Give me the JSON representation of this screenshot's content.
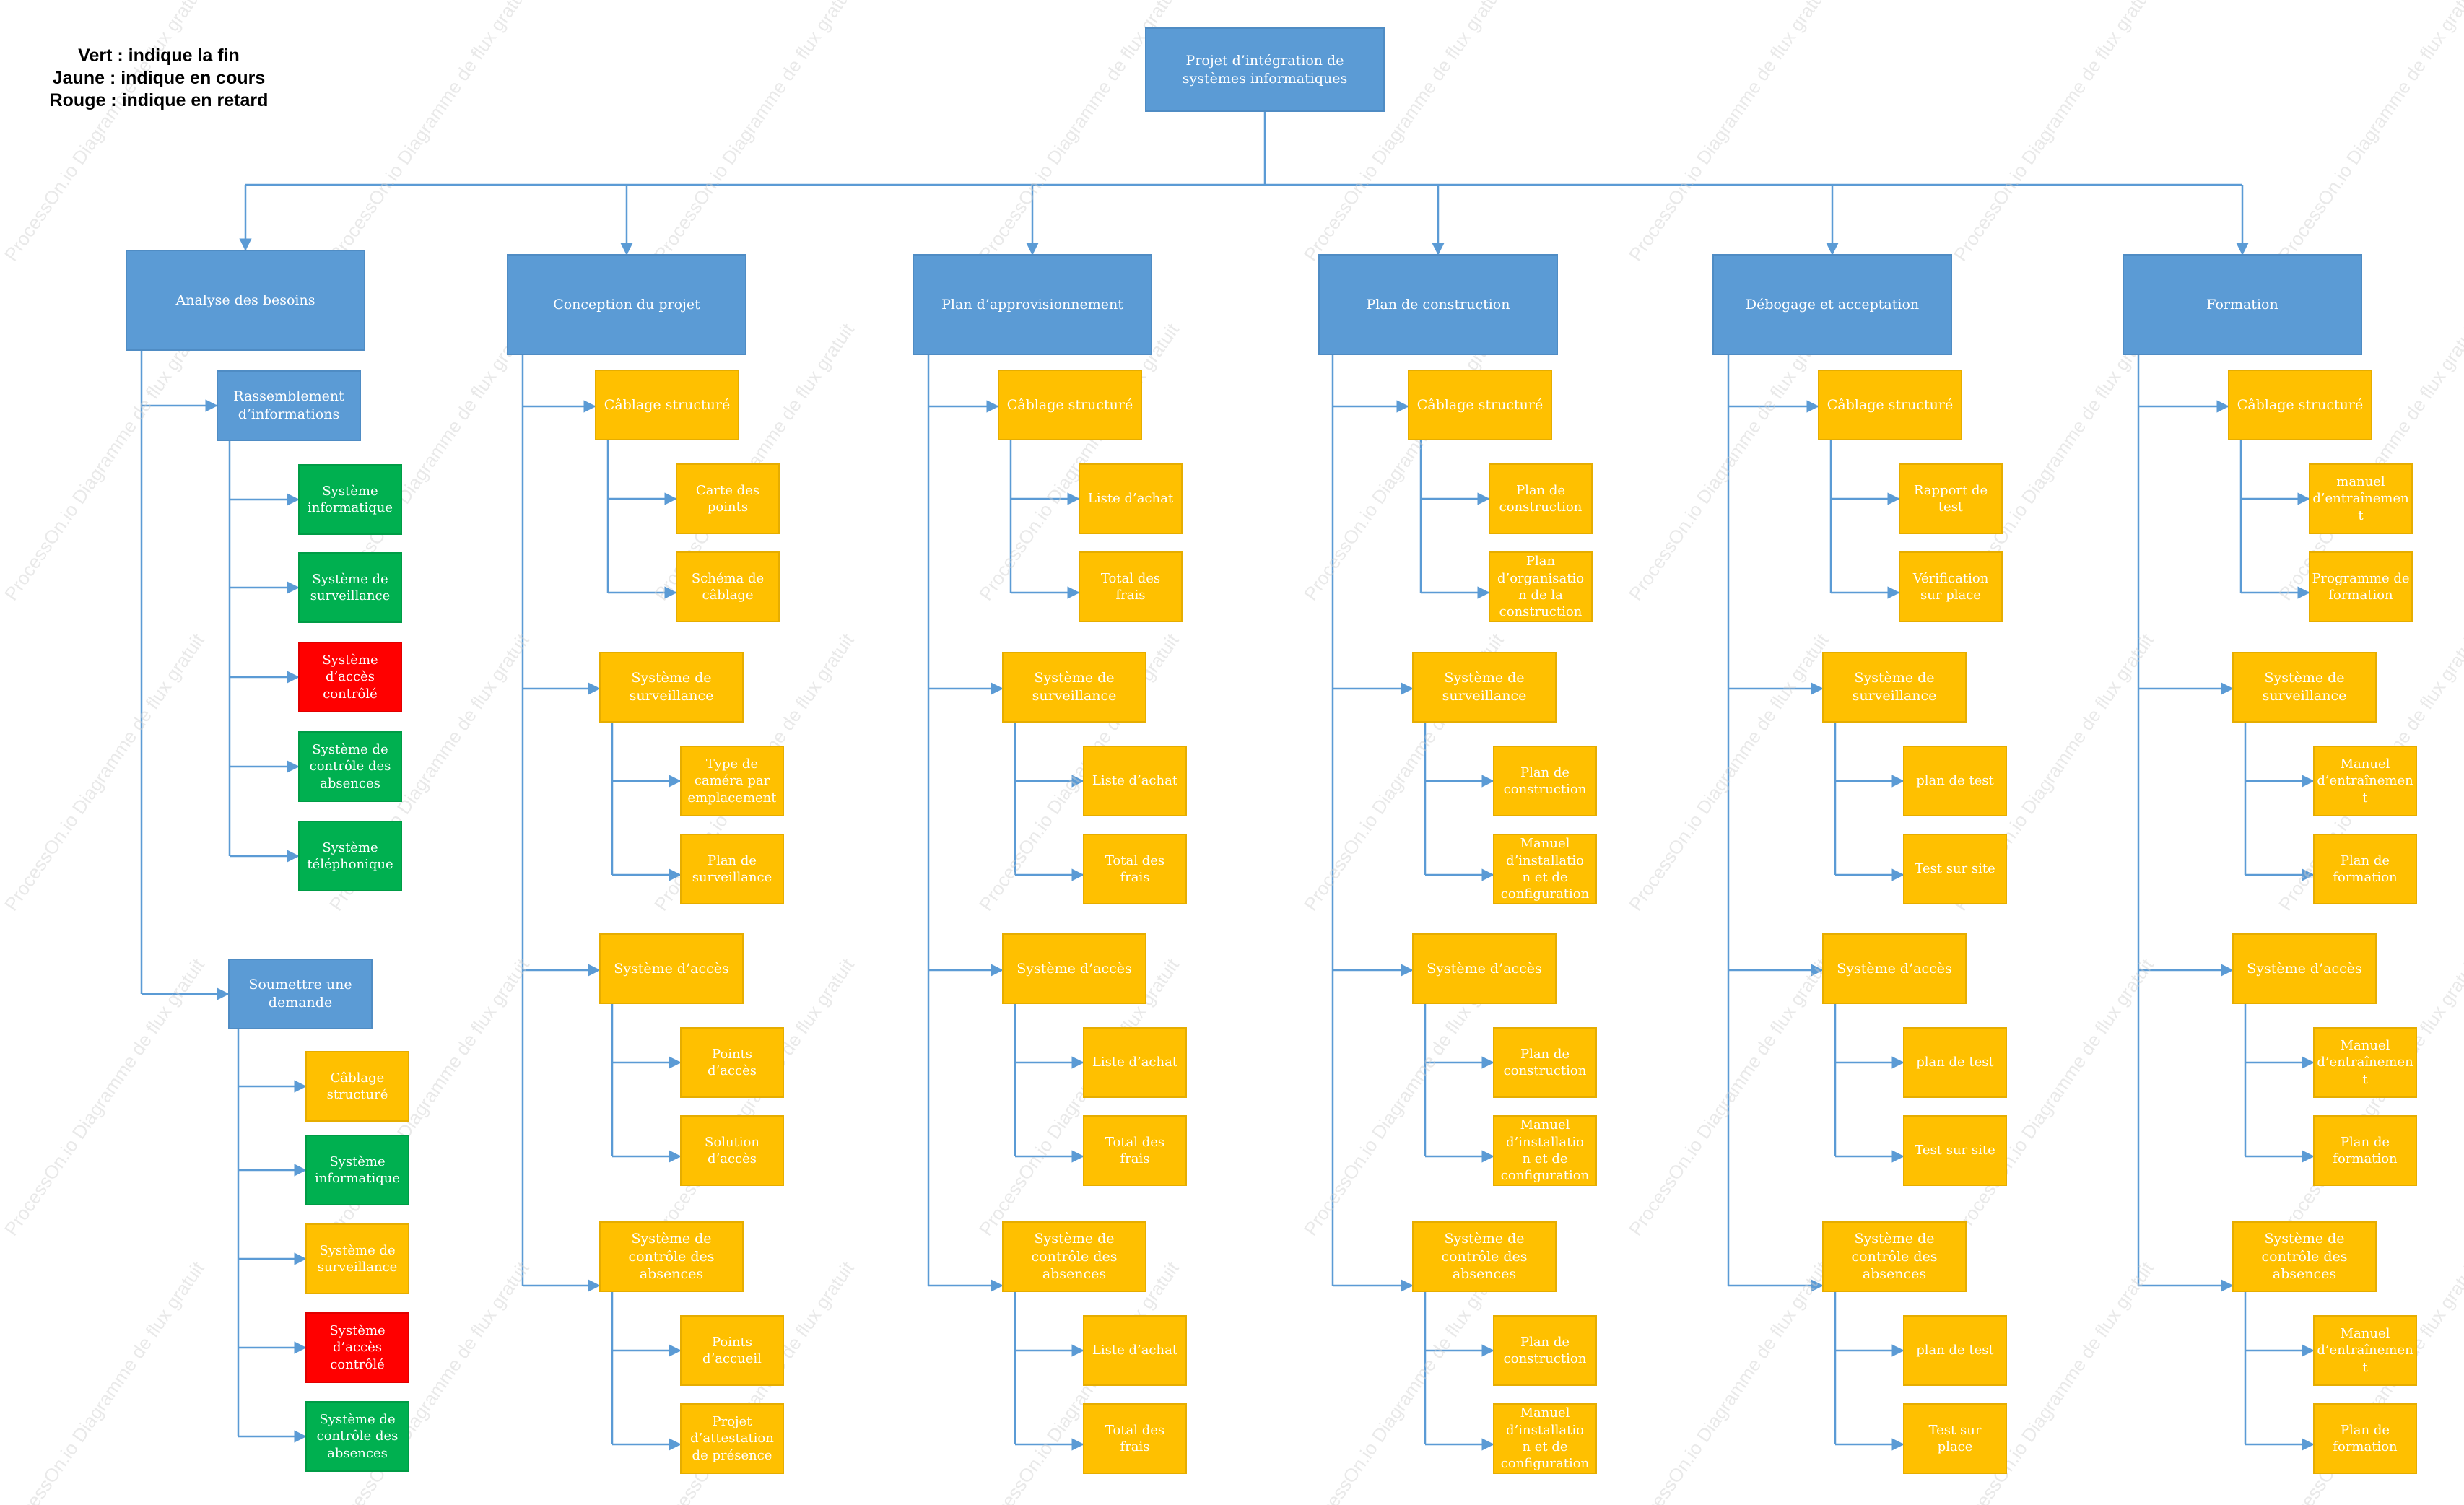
{
  "legend": {
    "line1": "Vert : indique la fin",
    "line2": "Jaune : indique en cours",
    "line3": "Rouge : indique en retard"
  },
  "watermark_text": "ProcessOn.io Diagramme de flux gratuit",
  "colors": {
    "blue": "#5b9bd5",
    "orange": "#ffc000",
    "green": "#00b050",
    "red": "#ff0000",
    "line": "#5b9bd5"
  },
  "root": {
    "label": "Projet d’intégration de\nsystèmes informatiques"
  },
  "phases": [
    {
      "label": "Analyse des besoins",
      "groups": [
        {
          "label": "Rassemblement\nd’informations",
          "status": "blue",
          "items": [
            {
              "label": "Système\ninformatique",
              "status": "green"
            },
            {
              "label": "Système de\nsurveillance",
              "status": "green"
            },
            {
              "label": "Système\nd’accès\ncontrôlé",
              "status": "red"
            },
            {
              "label": "Système de\ncontrôle des\nabsences",
              "status": "green"
            },
            {
              "label": "Système\ntéléphonique",
              "status": "green"
            }
          ]
        },
        {
          "label": "Soumettre une\ndemande",
          "status": "blue",
          "items": [
            {
              "label": "Câblage\nstructuré",
              "status": "orange"
            },
            {
              "label": "Système\ninformatique",
              "status": "green"
            },
            {
              "label": "Système de\nsurveillance",
              "status": "orange"
            },
            {
              "label": "Système\nd’accès\ncontrôlé",
              "status": "red"
            },
            {
              "label": "Système de\ncontrôle des\nabsences",
              "status": "green"
            }
          ]
        }
      ]
    },
    {
      "label": "Conception du projet",
      "groups": [
        {
          "label": "Câblage structuré",
          "items": [
            "Carte des\npoints",
            "Schéma de\ncâblage"
          ]
        },
        {
          "label": "Système de\nsurveillance",
          "items": [
            "Type de\ncaméra par\nemplacement",
            "Plan de\nsurveillance"
          ]
        },
        {
          "label": "Système d’accès",
          "items": [
            "Points\nd’accès",
            "Solution\nd’accès"
          ]
        },
        {
          "label": "Système de\ncontrôle des\nabsences",
          "items": [
            "Points\nd’accueil",
            "Projet\nd’attestation\nde présence"
          ]
        }
      ]
    },
    {
      "label": "Plan d’approvisionnement",
      "groups": [
        {
          "label": "Câblage structuré",
          "items": [
            "Liste d’achat",
            "Total des\nfrais"
          ]
        },
        {
          "label": "Système de\nsurveillance",
          "items": [
            "Liste d’achat",
            "Total des\nfrais"
          ]
        },
        {
          "label": "Système d’accès",
          "items": [
            "Liste d’achat",
            "Total des\nfrais"
          ]
        },
        {
          "label": "Système de\ncontrôle des\nabsences",
          "items": [
            "Liste d’achat",
            "Total des\nfrais"
          ]
        }
      ]
    },
    {
      "label": "Plan de construction",
      "groups": [
        {
          "label": "Câblage structuré",
          "items": [
            "Plan de\nconstruction",
            "Plan\nd’organisatio\nn de la\nconstruction"
          ]
        },
        {
          "label": "Système de\nsurveillance",
          "items": [
            "Plan de\nconstruction",
            "Manuel\nd’installatio\nn et de\nconfiguration"
          ]
        },
        {
          "label": "Système d’accès",
          "items": [
            "Plan de\nconstruction",
            "Manuel\nd’installatio\nn et de\nconfiguration"
          ]
        },
        {
          "label": "Système de\ncontrôle des\nabsences",
          "items": [
            "Plan de\nconstruction",
            "Manuel\nd’installatio\nn et de\nconfiguration"
          ]
        }
      ]
    },
    {
      "label": "Débogage et acceptation",
      "groups": [
        {
          "label": "Câblage structuré",
          "items": [
            "Rapport de\ntest",
            "Vérification\nsur place"
          ]
        },
        {
          "label": "Système de\nsurveillance",
          "items": [
            "plan de test",
            "Test sur site"
          ]
        },
        {
          "label": "Système d’accès",
          "items": [
            "plan de test",
            "Test sur site"
          ]
        },
        {
          "label": "Système de\ncontrôle des\nabsences",
          "items": [
            "plan de test",
            "Test sur\nplace"
          ]
        }
      ]
    },
    {
      "label": "Formation",
      "groups": [
        {
          "label": "Câblage structuré",
          "items": [
            "manuel\nd’entraînemen\nt",
            "Programme de\nformation"
          ]
        },
        {
          "label": "Système de\nsurveillance",
          "items": [
            "Manuel\nd’entraînemen\nt",
            "Plan de\nformation"
          ]
        },
        {
          "label": "Système d’accès",
          "items": [
            "Manuel\nd’entraînemen\nt",
            "Plan de\nformation"
          ]
        },
        {
          "label": "Système de\ncontrôle des\nabsences",
          "items": [
            "Manuel\nd’entraînemen\nt",
            "Plan de\nformation"
          ]
        }
      ]
    }
  ]
}
